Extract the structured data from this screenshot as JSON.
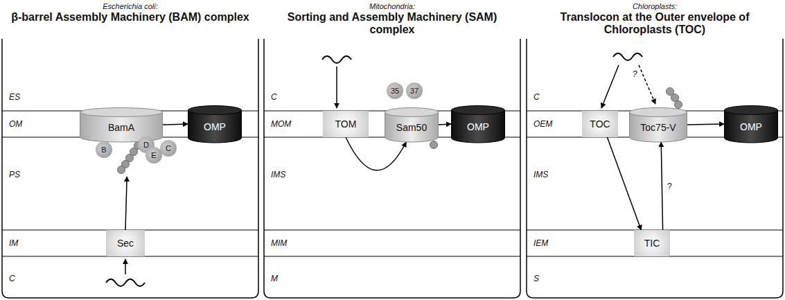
{
  "diagram": {
    "nodes": [
      {
        "text": [
          "Escherichia coli:",
          "β-barrel Assembly Machinery (BAM) complex"
        ]
      },
      {
        "text": [
          "BamA"
        ],
        "in": 0
      },
      {
        "text": [
          "B"
        ],
        "in": 0
      },
      {
        "text": [
          "D"
        ],
        "in": 0
      },
      {
        "text": [
          "E"
        ],
        "in": 0
      },
      {
        "text": [
          "C"
        ],
        "in": 0
      },
      {
        "text": [
          "OMP"
        ],
        "in": 0
      },
      {
        "text": [
          "Sec"
        ],
        "in": 0
      },
      {
        "text": [
          "Mitochondria:",
          "Sorting and Assembly Machinery (SAM) complex"
        ]
      },
      {
        "text": [
          "35"
        ],
        "in": 8
      },
      {
        "text": [
          "37"
        ],
        "in": 8
      },
      {
        "text": [
          "TOM"
        ],
        "in": 8
      },
      {
        "text": [
          "Sam50"
        ],
        "in": 8
      },
      {
        "text": [
          "OMP"
        ],
        "in": 8
      },
      {
        "text": [
          "Chloroplasts:",
          "Translocon at the Outer envelope of Chloroplasts (TOC)"
        ]
      },
      {
        "text": [
          "TOC"
        ],
        "in": 14
      },
      {
        "text": [
          "Toc75-V"
        ],
        "in": 14
      },
      {
        "text": [
          "OMP"
        ],
        "in": 14
      },
      {
        "text": [
          "TIC"
        ],
        "in": 14
      }
    ],
    "edges": [
      {
        "from": 7,
        "to": 1,
        "arrow": "to"
      },
      {
        "from": 1,
        "to": 6,
        "arrow": "to"
      },
      {
        "from": 11,
        "to": 12,
        "arrow": "to"
      },
      {
        "from": 12,
        "to": 13,
        "arrow": "to"
      },
      {
        "from": 15,
        "to": 18,
        "arrow": "to"
      },
      {
        "from": 18,
        "to": 16,
        "label": "?",
        "arrow": "to"
      },
      {
        "from": 16,
        "to": 17,
        "arrow": "to"
      }
    ],
    "labels": [
      "ES",
      "OM",
      "PS",
      "IM",
      "C",
      "C",
      "MOM",
      "IMS",
      "MIM",
      "M",
      "C",
      "?",
      "OEM",
      "IMS",
      "IEM",
      "S"
    ]
  }
}
